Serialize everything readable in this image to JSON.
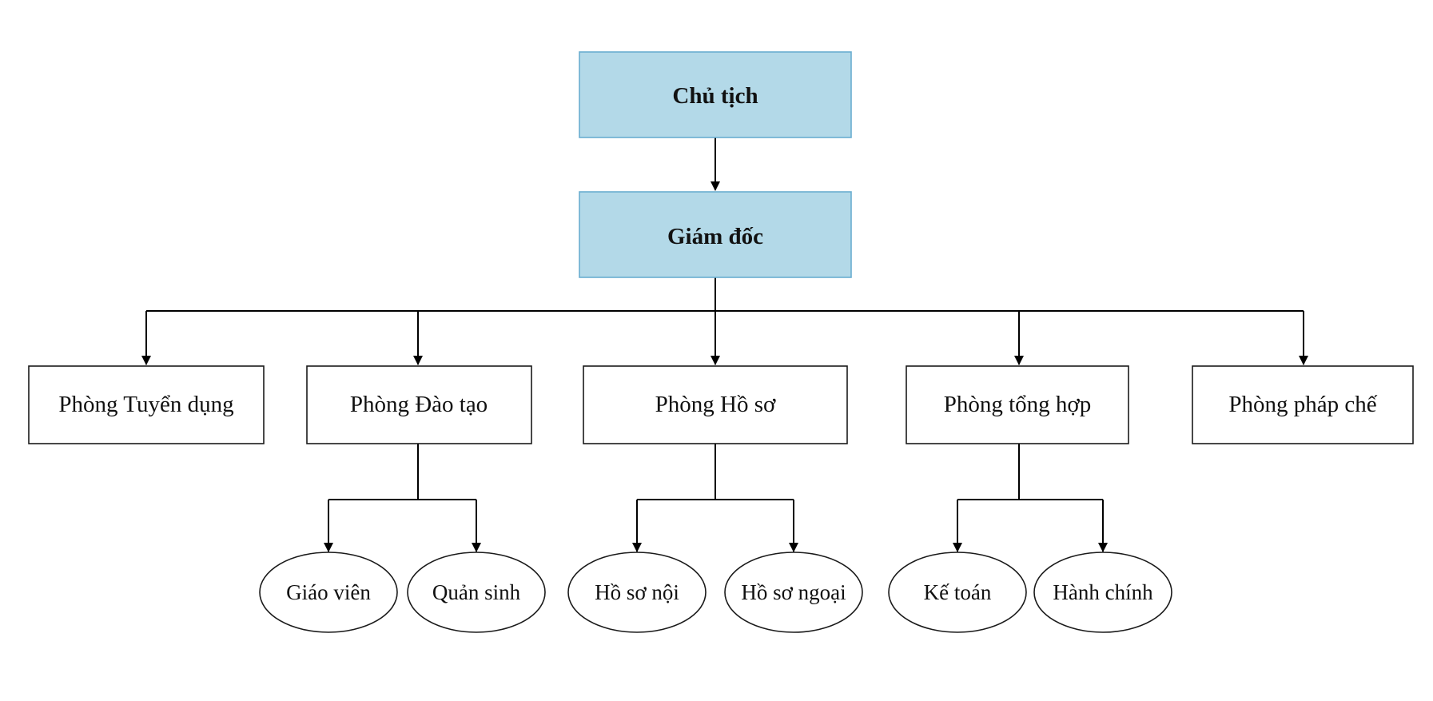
{
  "diagram": {
    "chairman": "Chủ tịch",
    "director": "Giám đốc",
    "departments": [
      "Phòng Tuyển dụng",
      "Phòng Đào tạo",
      "Phòng Hồ sơ",
      "Phòng tổng hợp",
      "Phòng pháp chế"
    ],
    "training_units": [
      "Giáo viên",
      "Quản sinh"
    ],
    "records_units": [
      "Hồ sơ nội",
      "Hồ sơ ngoại"
    ],
    "general_units": [
      "Kế toán",
      "Hành chính"
    ]
  },
  "colors": {
    "top_box_fill": "#b3d9e8",
    "top_box_border": "#6aaed0",
    "line": "#000000"
  }
}
